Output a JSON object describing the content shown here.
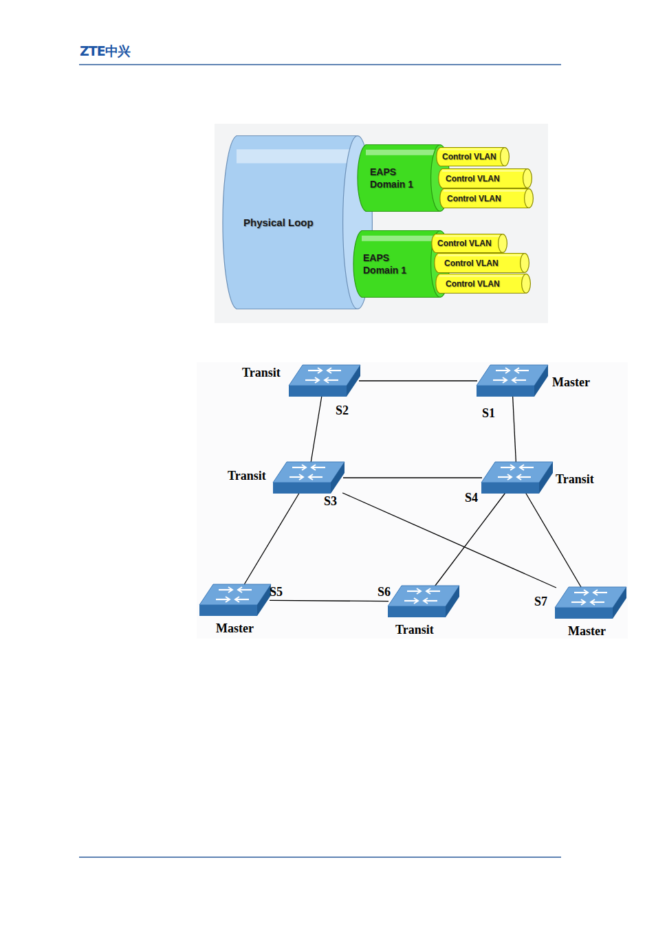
{
  "diagram": {
    "nodes": [
      {
        "text": [
          "Physical Loop"
        ]
      },
      {
        "text": [
          "EAPS Domain 1"
        ]
      },
      {
        "text": [
          "Control VLAN"
        ]
      },
      {
        "text": [
          "Control VLAN"
        ]
      },
      {
        "text": [
          "Control VLAN"
        ]
      },
      {
        "text": [
          "EAPS Domain 1"
        ]
      },
      {
        "text": [
          "Control VLAN"
        ]
      },
      {
        "text": [
          "Control VLAN"
        ]
      },
      {
        "text": [
          "Control VLAN"
        ]
      },
      {
        "text": [
          "Transit",
          "S2"
        ]
      },
      {
        "text": [
          "Master",
          "S1"
        ]
      },
      {
        "text": [
          "Transit",
          "S3"
        ]
      },
      {
        "text": [
          "Transit",
          "S4"
        ]
      },
      {
        "text": [
          "S5",
          "Master"
        ]
      },
      {
        "text": [
          "S6",
          "Transit"
        ]
      },
      {
        "text": [
          "S7",
          "Master"
        ]
      }
    ],
    "edges": [
      {
        "from": 9,
        "to": 10,
        "arrow": "none"
      },
      {
        "from": 9,
        "to": 11,
        "arrow": "none"
      },
      {
        "from": 10,
        "to": 12,
        "arrow": "none"
      },
      {
        "from": 11,
        "to": 12,
        "arrow": "none"
      },
      {
        "from": 11,
        "to": 13,
        "arrow": "none"
      },
      {
        "from": 11,
        "to": 15,
        "arrow": "none"
      },
      {
        "from": 12,
        "to": 14,
        "arrow": "none"
      },
      {
        "from": 12,
        "to": 15,
        "arrow": "none"
      },
      {
        "from": 13,
        "to": 14,
        "arrow": "none"
      }
    ],
    "labels": [
      "ZTE中兴"
    ]
  }
}
